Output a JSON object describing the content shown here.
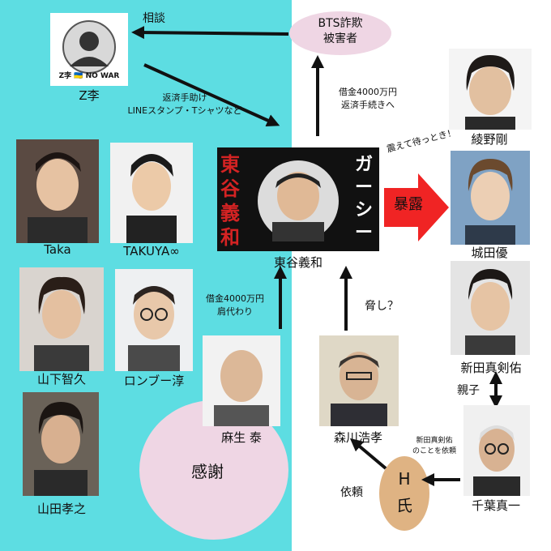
{
  "colors": {
    "left_bg": "#5ddde2",
    "right_bg": "#ffffff",
    "pink": "#efd6e4",
    "hshi": "#dfb383",
    "arrow": "#111111",
    "red_arrow": "#f02424",
    "banner_bg": "#111111",
    "banner_text": "#ffffff",
    "banner_left_text": "#d42323"
  },
  "people": {
    "z_ri": {
      "name": "Z李",
      "badge": "Z李 🇺🇦 NO WAR"
    },
    "taka": {
      "name": "Taka"
    },
    "takuya": {
      "name": "TAKUYA∞"
    },
    "yamashita": {
      "name": "山下智久"
    },
    "londonboots": {
      "name": "ロンブー淳"
    },
    "yamada": {
      "name": "山田孝之"
    },
    "aso": {
      "name": "麻生 泰"
    },
    "higashitani": {
      "name": "東谷義和"
    },
    "ayano": {
      "name": "綾野剛"
    },
    "shirota": {
      "name": "城田優"
    },
    "arata": {
      "name": "新田真剣佑"
    },
    "morikawa": {
      "name": "森川浩孝"
    },
    "chiba": {
      "name": "千葉真一"
    }
  },
  "banner": {
    "left_text": "東谷義和",
    "right_text": "ガーシー"
  },
  "bubbles": {
    "bts": [
      "BTS詐欺",
      "被害者"
    ],
    "kansha": "感謝",
    "hshi": [
      "H",
      "氏"
    ]
  },
  "labels": {
    "soudan": "相談",
    "hensai": [
      "返済手助け",
      "LINEスタンプ・Tシャツなど"
    ],
    "shakkin_top": [
      "借金4000万円",
      "返済手続きへ"
    ],
    "furuete": "震えて待っとき！",
    "bakuro": "暴露",
    "shakkin_left": [
      "借金4000万円",
      "肩代わり"
    ],
    "odoshi": "脅し？",
    "oyako": "親子",
    "irai_note": [
      "新田真剣佑",
      "のことを依頼"
    ],
    "irai": "依頼"
  }
}
